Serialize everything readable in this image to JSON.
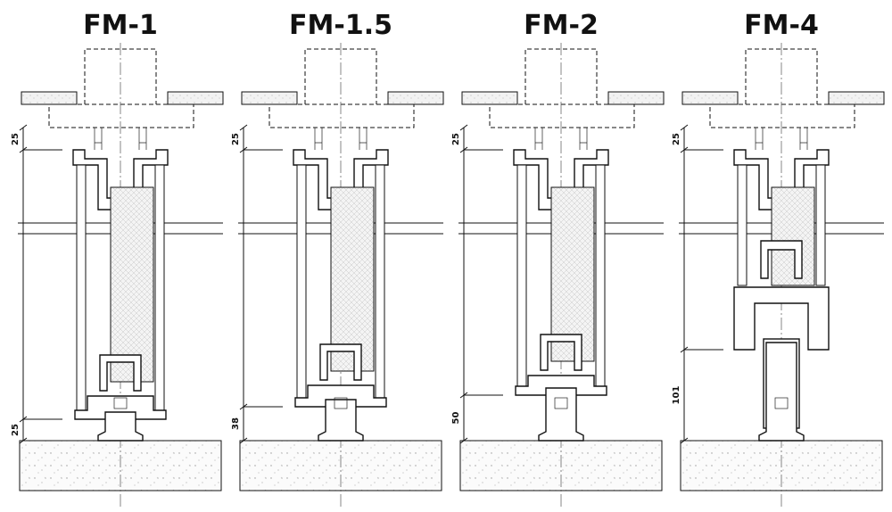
{
  "sections": [
    {
      "title": "FM-1",
      "dim_top": "25",
      "dim_bottom": "25"
    },
    {
      "title": "FM-1.5",
      "dim_top": "25",
      "dim_bottom": "38"
    },
    {
      "title": "FM-2",
      "dim_top": "25",
      "dim_bottom": "50"
    },
    {
      "title": "FM-4",
      "dim_top": "25",
      "dim_bottom": "101"
    }
  ],
  "colors": {
    "line": "#111111",
    "background": "#ffffff"
  }
}
